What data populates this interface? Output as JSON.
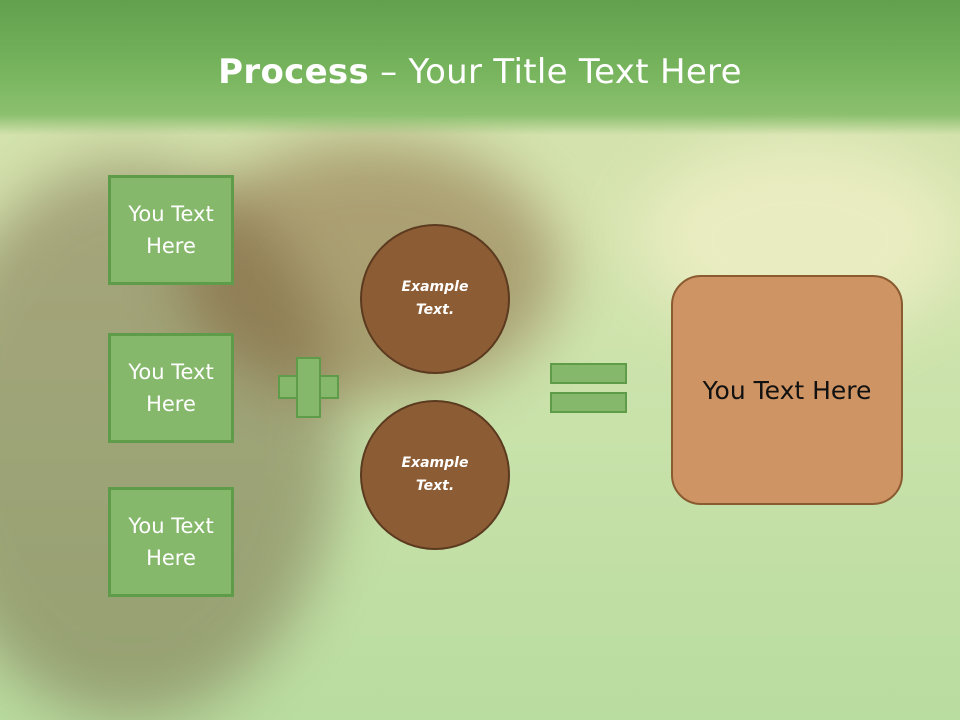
{
  "title": {
    "bold": "Process",
    "rest": " – Your Title Text Here"
  },
  "left_boxes": [
    "You Text Here",
    "You Text Here",
    "You Text Here"
  ],
  "circles": [
    "Example Text.",
    "Example Text."
  ],
  "result_box": "You Text Here",
  "colors": {
    "header_green": "#78b55e",
    "box_green": "#86b86c",
    "box_border": "#5f9c4a",
    "circle_brown": "#8c5c34",
    "result_tan": "#cf9463"
  },
  "icons": [
    "plus-icon",
    "equals-icon"
  ]
}
